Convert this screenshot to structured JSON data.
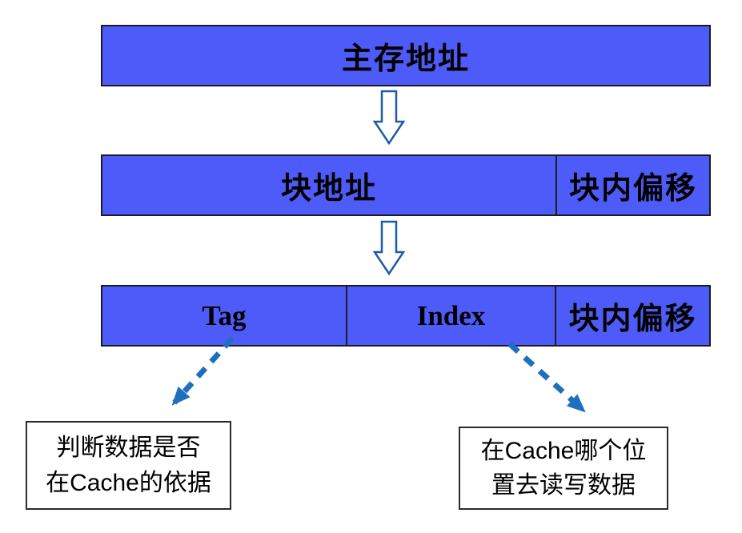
{
  "colors": {
    "bar_fill": "#4d5bf8",
    "bar_border": "#1b1b24",
    "bar_text": "#000000",
    "block_arrow": "#1e5aa7",
    "dashed_arrow": "#1d6fbf",
    "note_border": "#2b2b2b"
  },
  "bars": {
    "main_memory_address": {
      "label": "主存地址"
    },
    "row2": {
      "block_address": "块地址",
      "block_offset": "块内偏移"
    },
    "row3": {
      "tag": "Tag",
      "index": "Index",
      "block_offset": "块内偏移"
    }
  },
  "notes": {
    "tag_note": {
      "line1": "判断数据是否",
      "line2": "在Cache的依据"
    },
    "index_note": {
      "line1": "在Cache哪个位",
      "line2": "置去读写数据"
    }
  }
}
